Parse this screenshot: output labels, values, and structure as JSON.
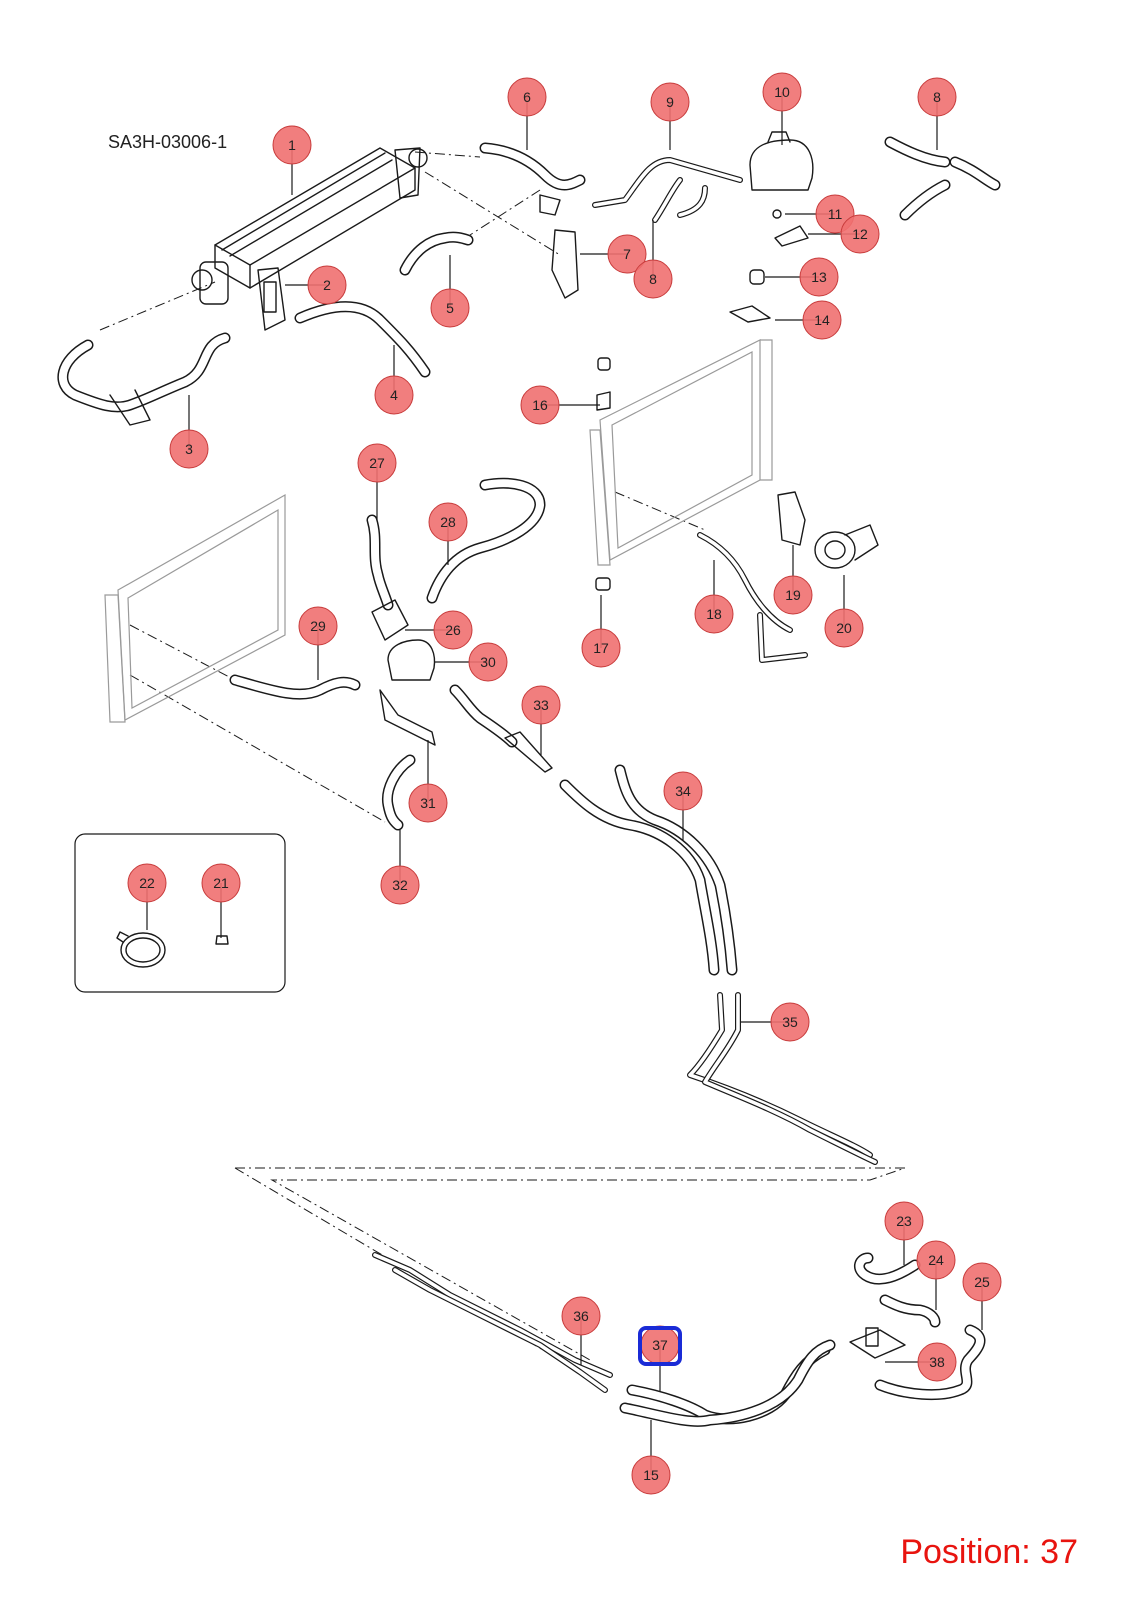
{
  "diagram_ref": "SA3H-03006-1",
  "position_label": "Position: 37",
  "colors": {
    "callout_fill": "#f07070",
    "callout_stroke": "#c83c3c",
    "highlight": "#1a2bd6",
    "position_text": "#e8140f"
  },
  "callouts": [
    {
      "id": "c1",
      "num": "1"
    },
    {
      "id": "c2",
      "num": "2"
    },
    {
      "id": "c3",
      "num": "3"
    },
    {
      "id": "c4",
      "num": "4"
    },
    {
      "id": "c5",
      "num": "5"
    },
    {
      "id": "c6",
      "num": "6"
    },
    {
      "id": "c7",
      "num": "7"
    },
    {
      "id": "c8a",
      "num": "8"
    },
    {
      "id": "c8b",
      "num": "8"
    },
    {
      "id": "c9",
      "num": "9"
    },
    {
      "id": "c10",
      "num": "10"
    },
    {
      "id": "c11",
      "num": "11"
    },
    {
      "id": "c12",
      "num": "12"
    },
    {
      "id": "c13",
      "num": "13"
    },
    {
      "id": "c14",
      "num": "14"
    },
    {
      "id": "c15",
      "num": "15"
    },
    {
      "id": "c16",
      "num": "16"
    },
    {
      "id": "c17",
      "num": "17"
    },
    {
      "id": "c18",
      "num": "18"
    },
    {
      "id": "c19",
      "num": "19"
    },
    {
      "id": "c20",
      "num": "20"
    },
    {
      "id": "c21",
      "num": "21"
    },
    {
      "id": "c22",
      "num": "22"
    },
    {
      "id": "c23",
      "num": "23"
    },
    {
      "id": "c24",
      "num": "24"
    },
    {
      "id": "c25",
      "num": "25"
    },
    {
      "id": "c26",
      "num": "26"
    },
    {
      "id": "c27",
      "num": "27"
    },
    {
      "id": "c28",
      "num": "28"
    },
    {
      "id": "c29",
      "num": "29"
    },
    {
      "id": "c30",
      "num": "30"
    },
    {
      "id": "c31",
      "num": "31"
    },
    {
      "id": "c32",
      "num": "32"
    },
    {
      "id": "c33",
      "num": "33"
    },
    {
      "id": "c34",
      "num": "34"
    },
    {
      "id": "c35",
      "num": "35"
    },
    {
      "id": "c36",
      "num": "36"
    },
    {
      "id": "c37",
      "num": "37",
      "selected": true
    },
    {
      "id": "c38",
      "num": "38"
    }
  ]
}
